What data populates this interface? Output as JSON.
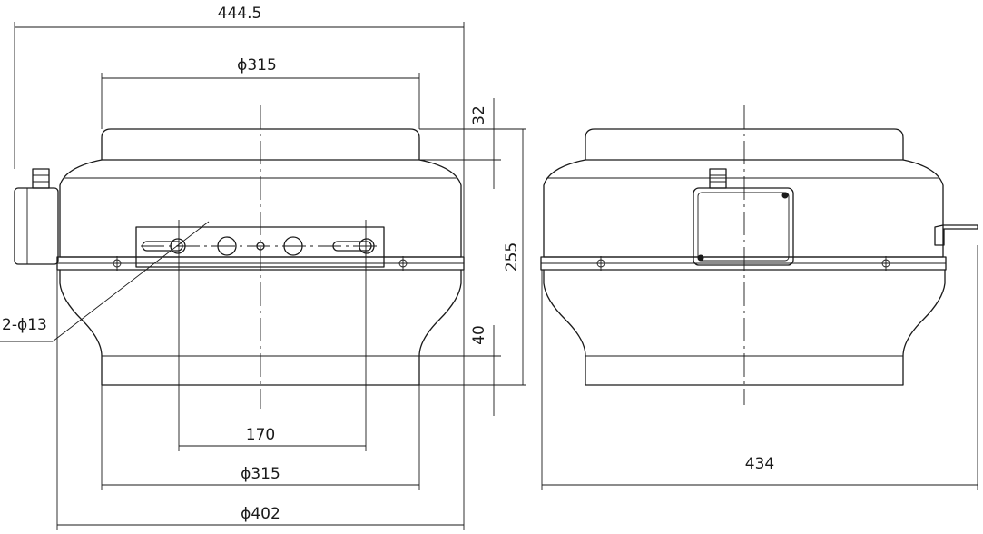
{
  "dimensions": {
    "overall_width": "444.5",
    "top_diameter": "ϕ315",
    "height_top_section": "32",
    "overall_height": "255",
    "height_bottom_section": "40",
    "hole_spec": "2-ϕ13",
    "hole_spacing": "170",
    "bottom_diameter": "ϕ315",
    "base_diameter": "ϕ402",
    "side_width": "434"
  }
}
